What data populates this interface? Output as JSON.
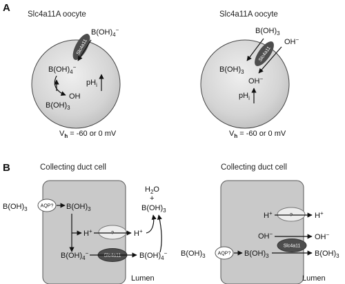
{
  "panels": {
    "A": {
      "label": "A",
      "left_title": "Slc4a11A oocyte",
      "right_title": "Slc4a11A oocyte",
      "left": {
        "transporter": "Slc4a11",
        "outside_species": "B(OH)",
        "outside_sub": "4",
        "outside_sup": "−",
        "inside_species": "B(OH)",
        "inside_sub": "4",
        "inside_sup": "−",
        "product_oh": "OH",
        "product_boh3": "B(OH)",
        "product_boh3_sub": "3",
        "ph": "pH",
        "ph_sub": "i",
        "vh": "V",
        "vh_sub": "h",
        "vh_value": " = -60 or 0 mV"
      },
      "right": {
        "transporter": "Slc4a11",
        "outside_species": "B(OH)",
        "outside_sub": "3",
        "outside_oh": "OH",
        "outside_oh_sup": "−",
        "inside_species": "B(OH)",
        "inside_sub": "3",
        "inside_oh": "OH",
        "inside_oh_sup": "−",
        "ph": "pH",
        "ph_sub": "i",
        "vh": "V",
        "vh_sub": "h",
        "vh_value": " = -60 or 0 mV"
      }
    },
    "B": {
      "label": "B",
      "left_title": "Collecting duct cell",
      "right_title": "Collecting duct cell",
      "left": {
        "outside_species": "B(OH)",
        "outside_sub": "3",
        "aqp": "AQP?",
        "inside_species": "B(OH)",
        "inside_sub": "3",
        "hplus_in": "H",
        "hplus_in_sup": "+",
        "unknown": "?",
        "hplus_out": "H",
        "hplus_out_sup": "+",
        "water": "H",
        "water_sub": "2",
        "water_tail": "O",
        "plus": "+",
        "lumen_boh3": "B(OH)",
        "lumen_boh3_sub": "3",
        "borate_in": "B(OH)",
        "borate_in_sub": "4",
        "borate_in_sup": "−",
        "transporter": "Slc4a11",
        "borate_out": "B(OH)",
        "borate_out_sub": "4",
        "borate_out_sup": "−",
        "lumen": "Lumen"
      },
      "right": {
        "hplus_in": "H",
        "hplus_in_sup": "+",
        "unknown": "?",
        "hplus_out": "H",
        "hplus_out_sup": "+",
        "oh_in": "OH",
        "oh_in_sup": "−",
        "oh_out": "OH",
        "oh_out_sup": "−",
        "transporter": "Slc4a11",
        "outside_species": "B(OH)",
        "outside_sub": "3",
        "aqp": "AQP?",
        "inside_species": "B(OH)",
        "inside_sub": "3",
        "lumen_species": "B(OH)",
        "lumen_sub": "3",
        "lumen": "Lumen"
      }
    }
  }
}
